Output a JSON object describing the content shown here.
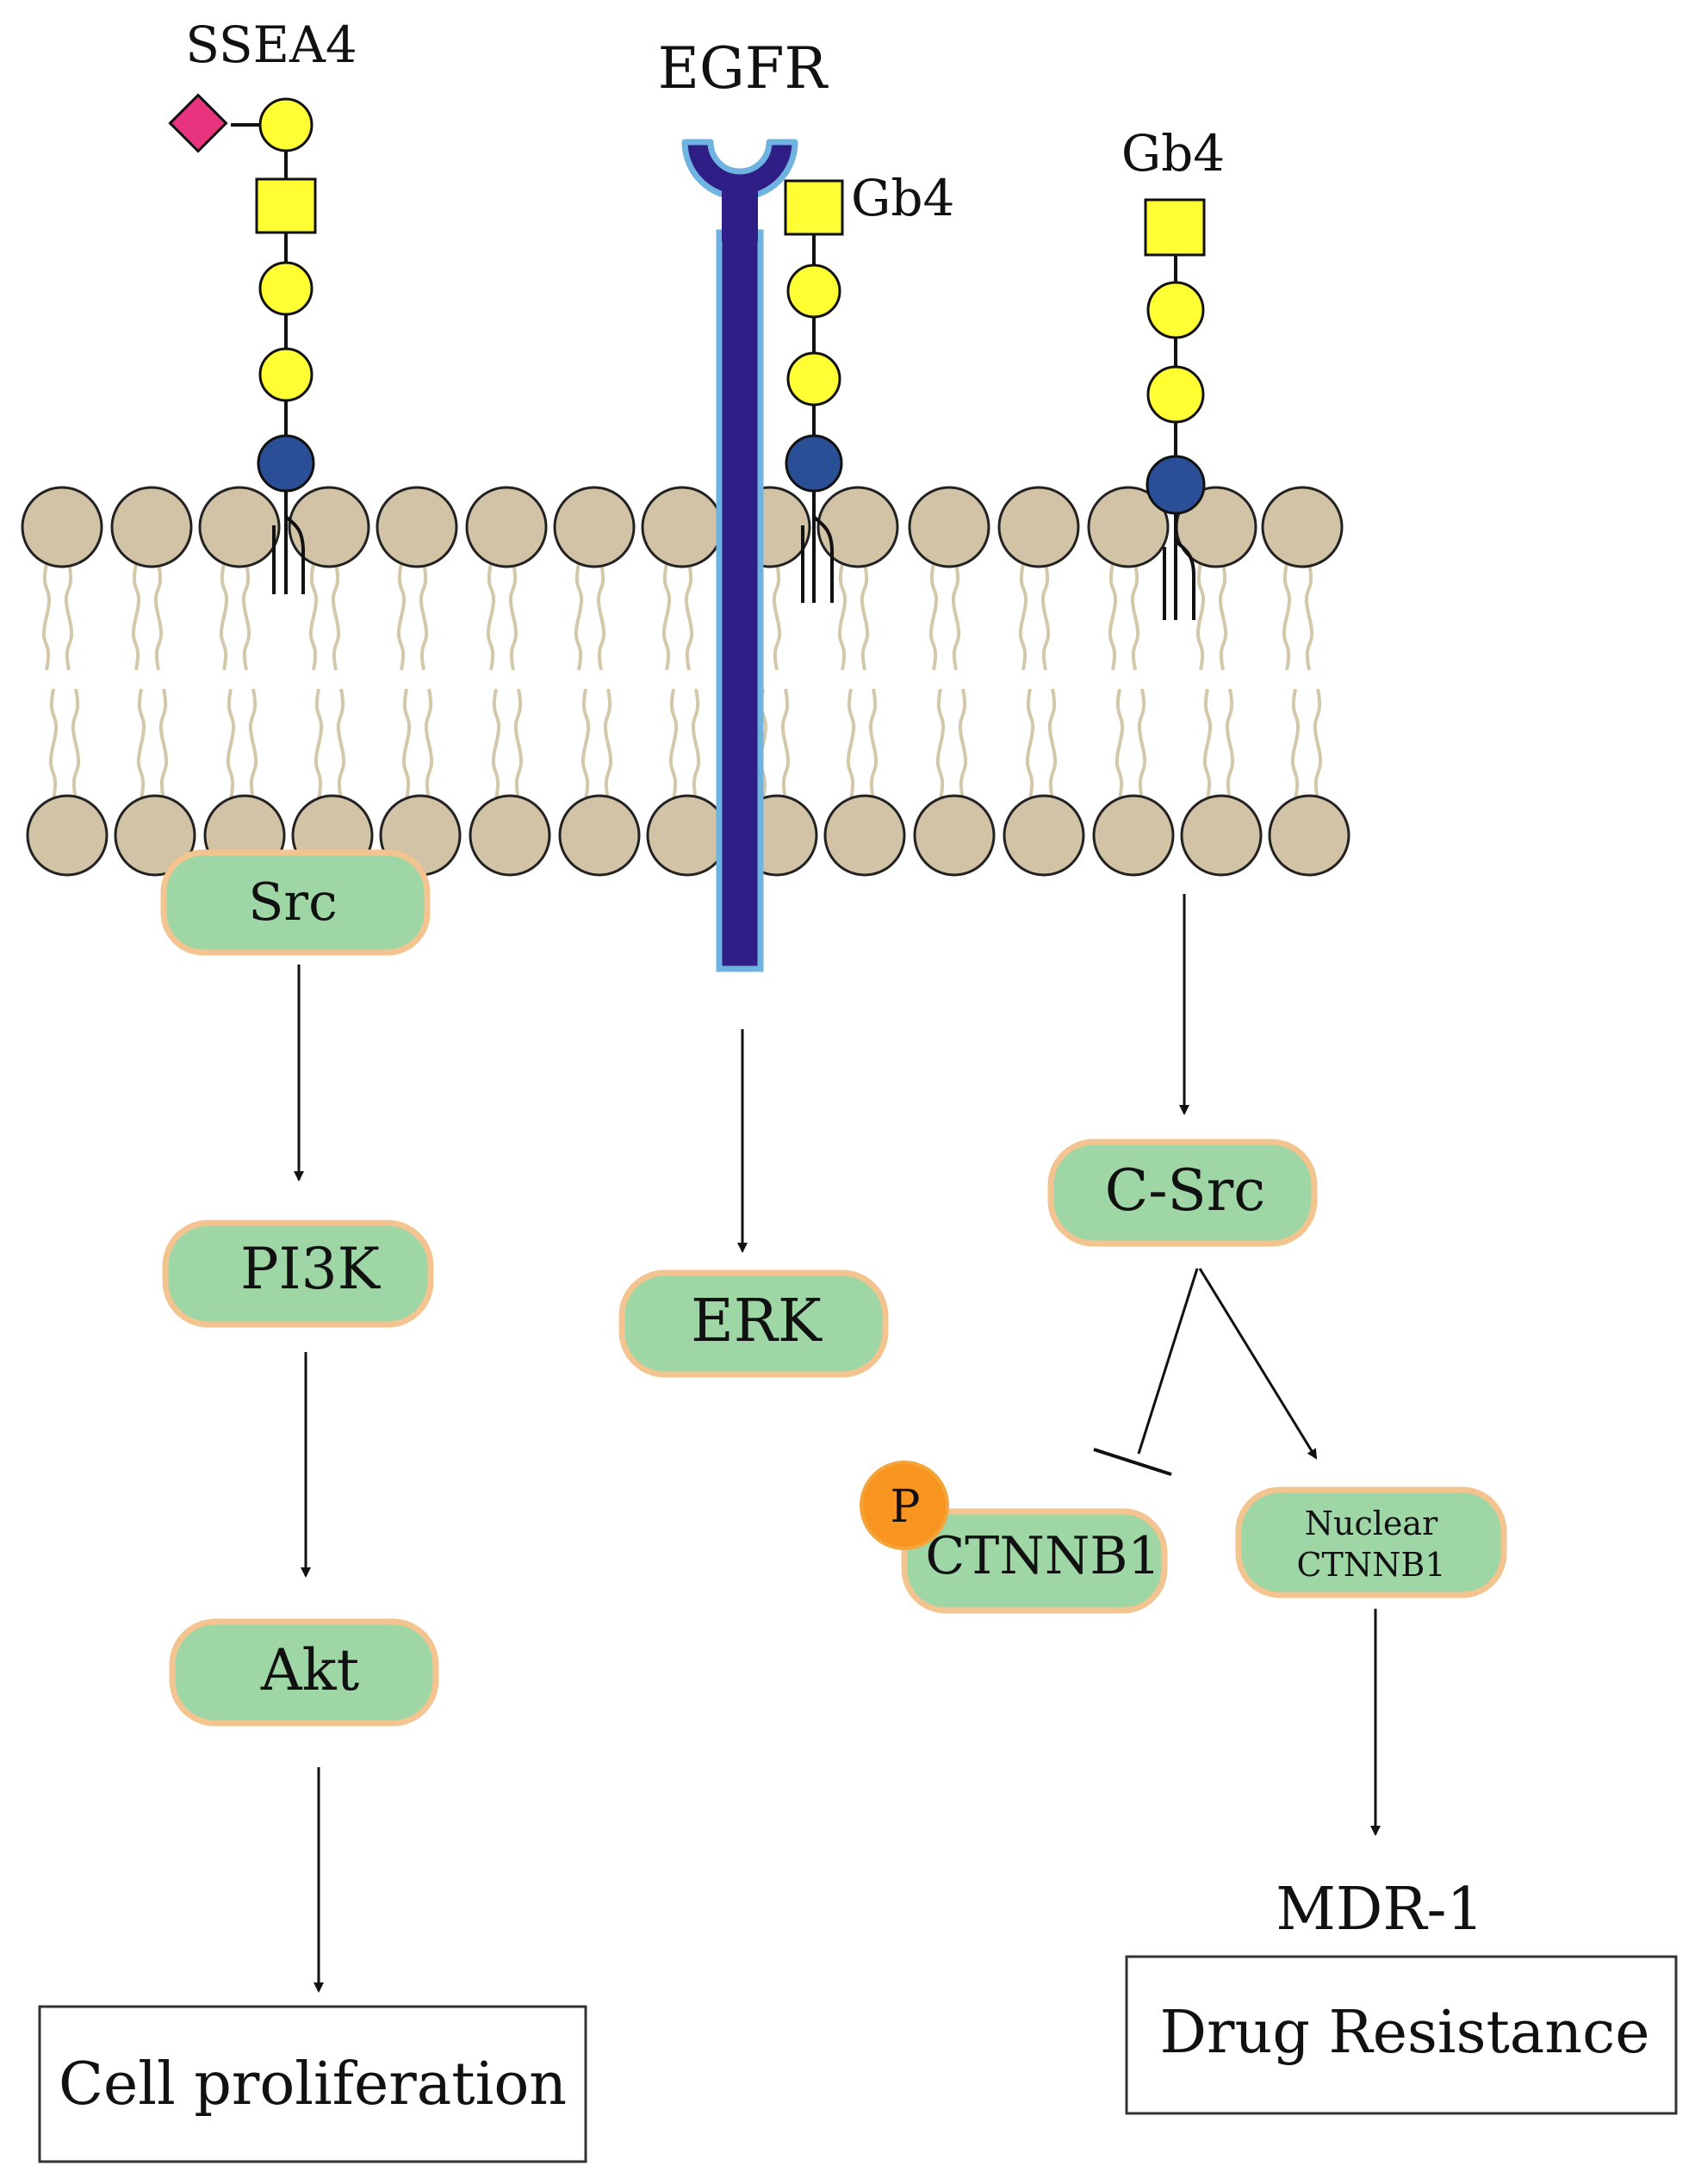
{
  "labels": {
    "ssea4": "SSEA4",
    "egfr": "EGFR",
    "gb4_mid": "Gb4",
    "gb4_right": "Gb4",
    "mdr1": "MDR-1"
  },
  "nodes": {
    "src": "Src",
    "pi3k": "PI3K",
    "akt": "Akt",
    "erk": "ERK",
    "csrc": "C-Src",
    "ctnnb1": "CTNNB1",
    "phospho": "P",
    "nuclear_ctnnb1_line1": "Nuclear",
    "nuclear_ctnnb1_line2": "CTNNB1"
  },
  "outcomes": {
    "cell_proliferation": "Cell proliferation",
    "drug_resistance": "Drug Resistance"
  },
  "colors": {
    "node_fill": "#9ed6a6",
    "node_border": "#f4c490",
    "lipid_head": "#d2c3a6",
    "lipid_tail": "#d4c8ab",
    "glycan_yellow": "#ffff33",
    "glycan_blue": "#2a4f96",
    "sialic_pink": "#e8337f",
    "receptor_fill": "#2e1e86",
    "receptor_border": "#6fb3e0",
    "phospho_orange": "#f89420"
  }
}
